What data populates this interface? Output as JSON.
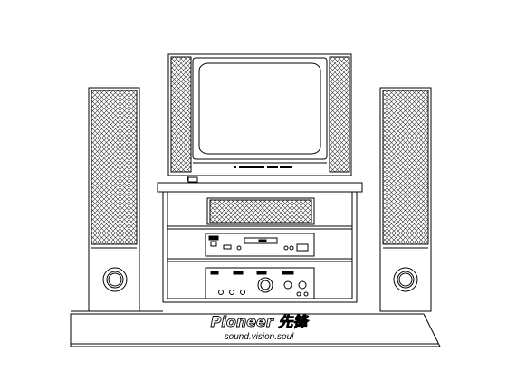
{
  "brand": {
    "logo_text": "Pioneer 先锋",
    "slogan": "sound.vision.soul"
  },
  "colors": {
    "line": "#000000",
    "background": "#ffffff",
    "mesh": "#333333"
  },
  "icons": {
    "speaker_mesh": "diagonal-crosshatch",
    "woofer": "concentric-circles"
  }
}
